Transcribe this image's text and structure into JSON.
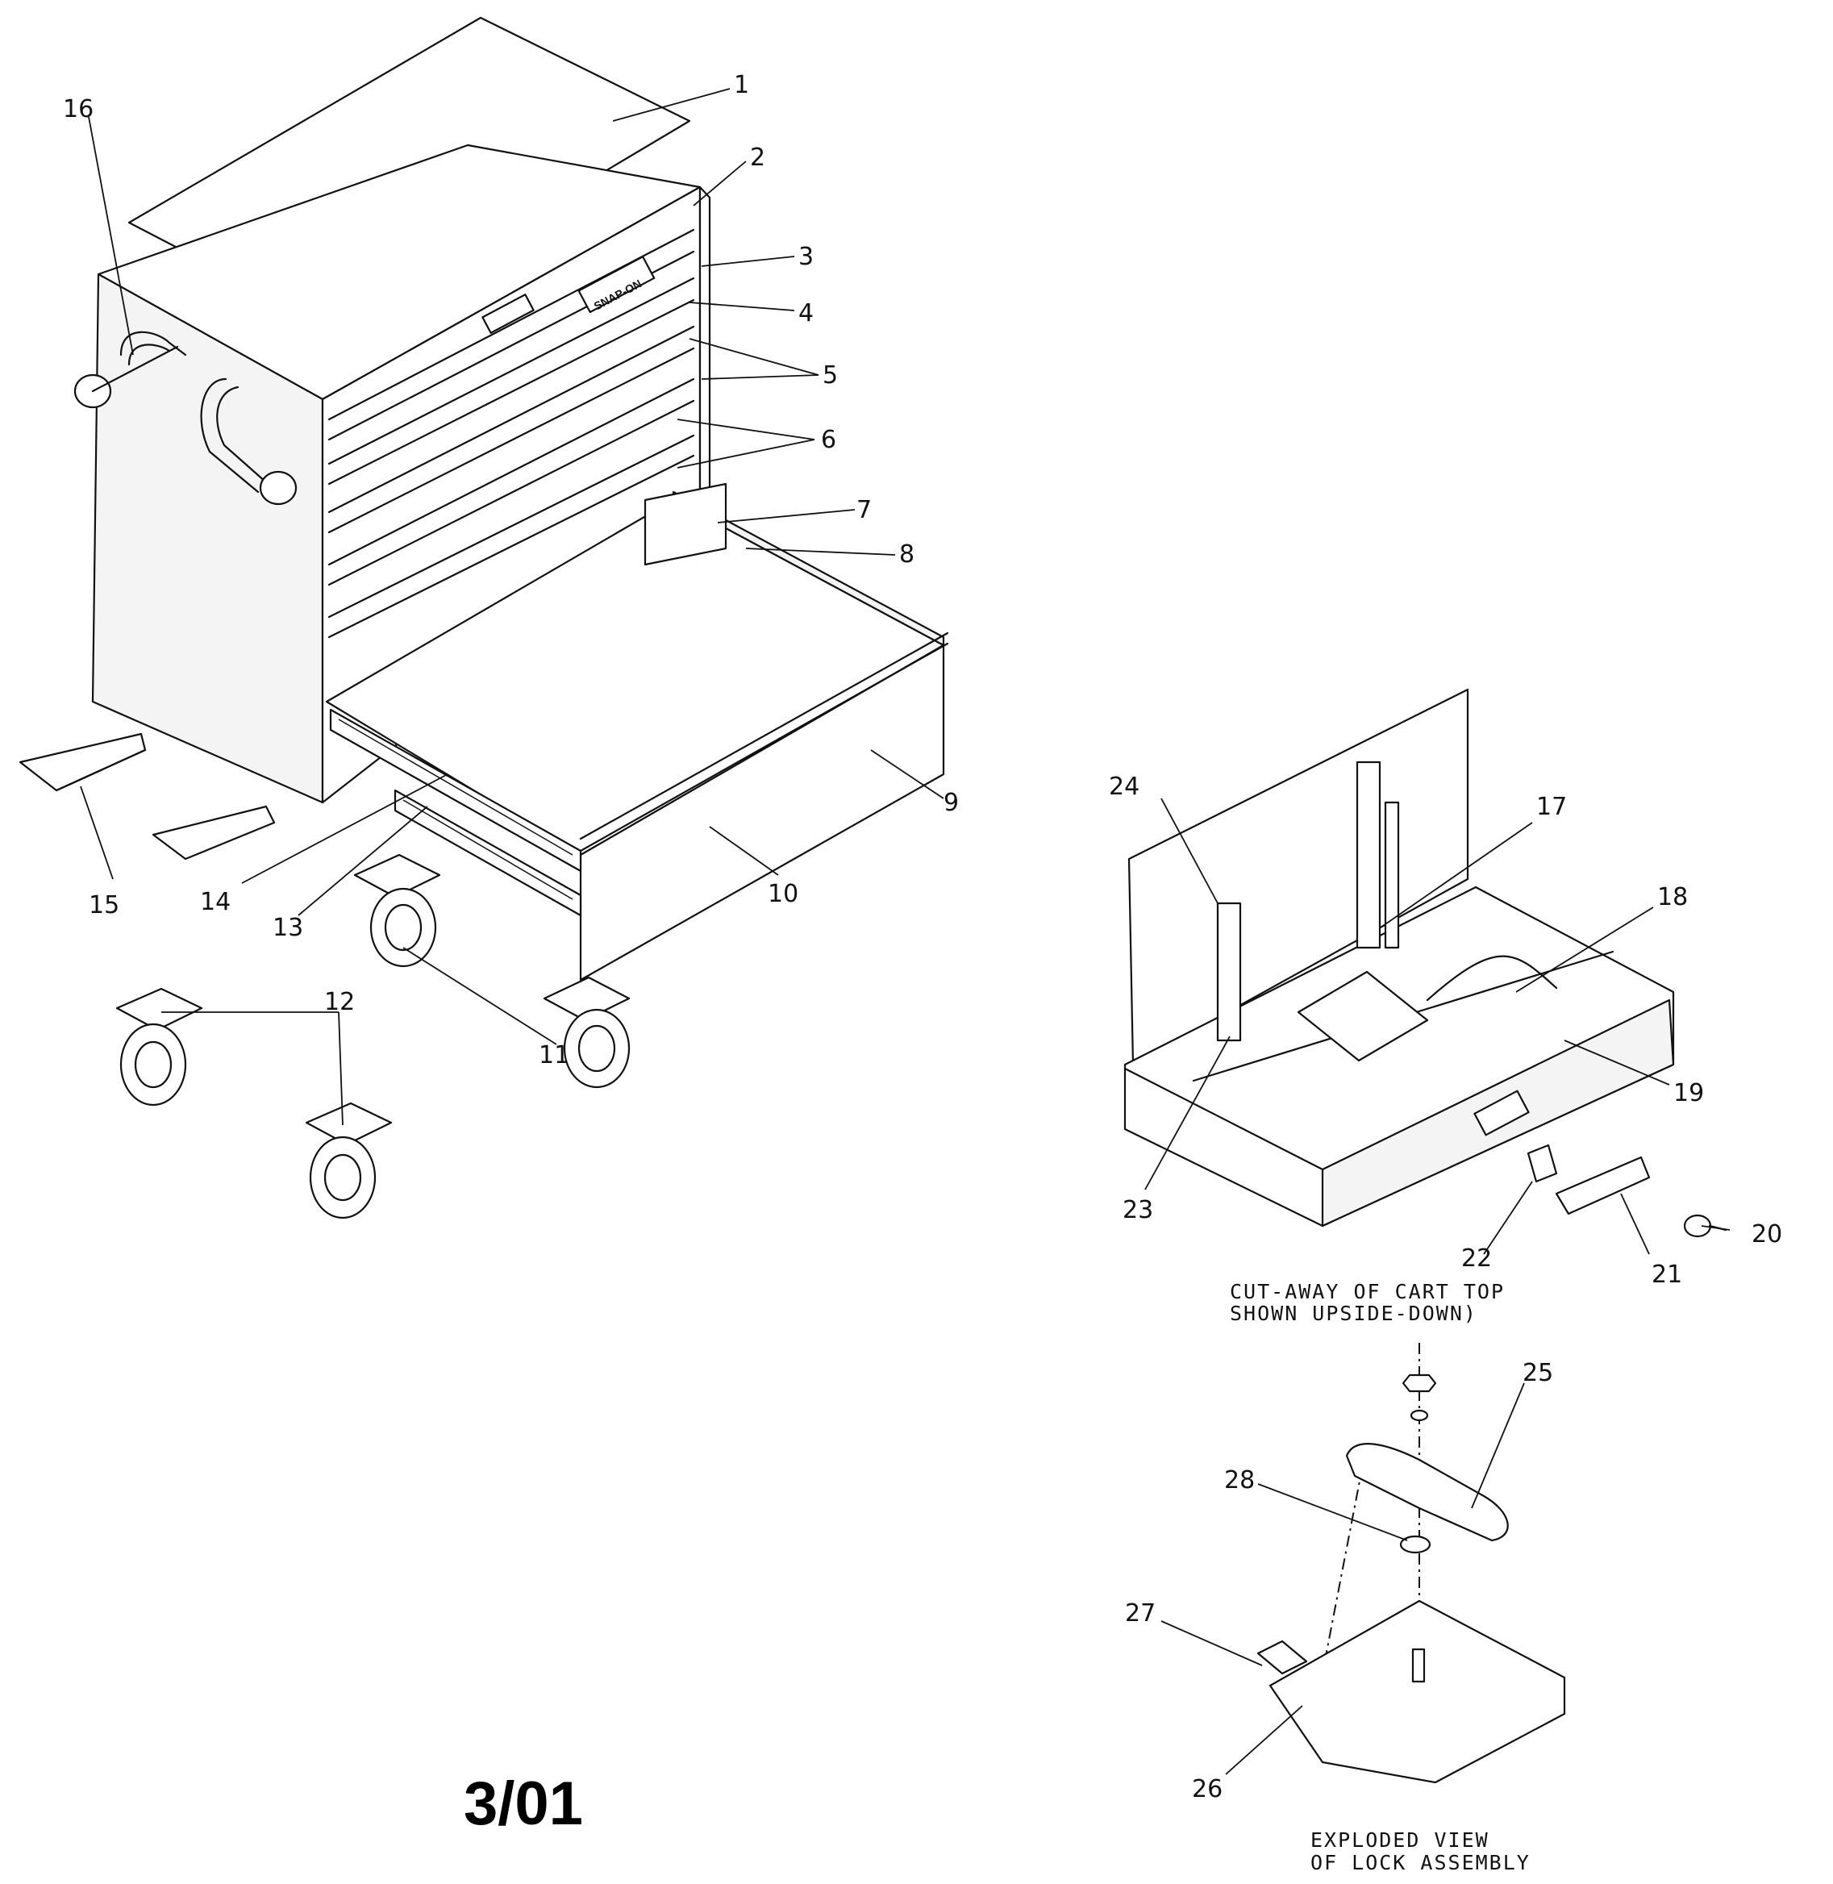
{
  "diagram": {
    "part_labels": {
      "p1": "1",
      "p2": "2",
      "p3": "3",
      "p4": "4",
      "p5": "5",
      "p6": "6",
      "p7": "7",
      "p8": "8",
      "p9": "9",
      "p10": "10",
      "p11": "11",
      "p12": "12",
      "p13": "13",
      "p14": "14",
      "p15": "15",
      "p16": "16",
      "p17": "17",
      "p18": "18",
      "p19": "19",
      "p20": "20",
      "p21": "21",
      "p22": "22",
      "p23": "23",
      "p24": "24",
      "p25": "25",
      "p26": "26",
      "p27": "27",
      "p28": "28"
    },
    "captions": {
      "cutaway_line1": "CUT-AWAY OF CART TOP",
      "cutaway_line2": "SHOWN UPSIDE-DOWN)",
      "exploded_line1": "EXPLODED VIEW",
      "exploded_line2": "OF LOCK ASSEMBLY"
    },
    "date_code": "3/01",
    "brand_badge": "SNAP-ON"
  }
}
